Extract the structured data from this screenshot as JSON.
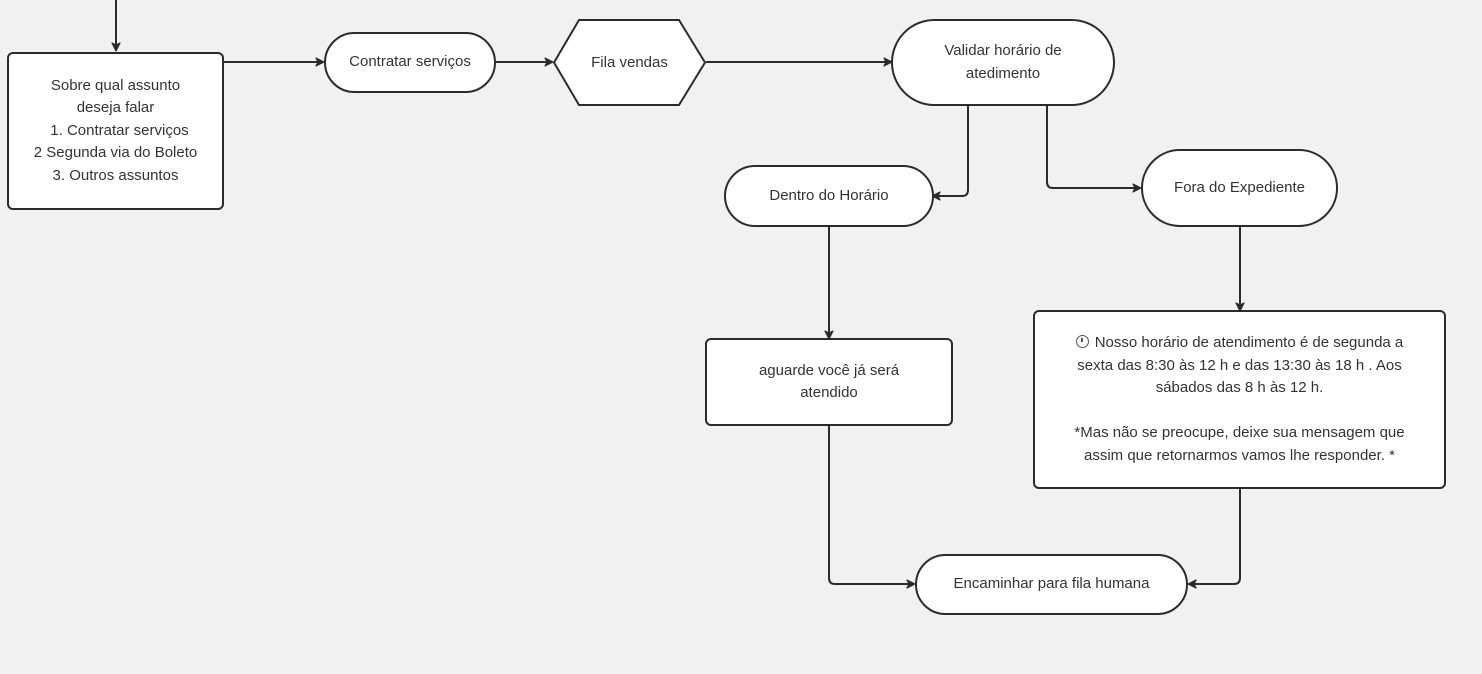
{
  "diagram": {
    "nodes": {
      "menu": {
        "lines": [
          "Sobre qual assunto",
          "deseja falar",
          "1. Contratar serviços",
          "2 Segunda via do Boleto",
          "3. Outros assuntos"
        ]
      },
      "contratar": {
        "label": "Contratar serviços"
      },
      "fila_vendas": {
        "label": "Fila vendas"
      },
      "validar": {
        "lines": [
          "Validar horário de",
          "atedimento"
        ]
      },
      "dentro": {
        "label": "Dentro do Horário"
      },
      "fora": {
        "label": "Fora do Expediente"
      },
      "aguarde": {
        "lines": [
          "aguarde você já será",
          "atendido"
        ]
      },
      "horario_msg": {
        "icon": "clock-icon",
        "lines": [
          "Nosso horário de atendimento é de segunda a",
          "sexta das 8:30 às 12 h e das 13:30 às 18 h . Aos",
          "sábados das 8 h às 12 h.",
          "",
          "*Mas não se preocupe, deixe sua mensagem que",
          "assim que retornarmos vamos lhe responder. *"
        ]
      },
      "encaminhar": {
        "label": "Encaminhar para fila humana"
      }
    },
    "edges": [
      {
        "from": "top",
        "to": "menu"
      },
      {
        "from": "menu",
        "to": "contratar"
      },
      {
        "from": "contratar",
        "to": "fila_vendas"
      },
      {
        "from": "fila_vendas",
        "to": "validar"
      },
      {
        "from": "validar",
        "to": "dentro"
      },
      {
        "from": "validar",
        "to": "fora"
      },
      {
        "from": "dentro",
        "to": "aguarde"
      },
      {
        "from": "fora",
        "to": "horario_msg"
      },
      {
        "from": "aguarde",
        "to": "encaminhar"
      },
      {
        "from": "horario_msg",
        "to": "encaminhar"
      }
    ]
  },
  "colors": {
    "background": "#f1f1f1",
    "stroke": "#2b2b2b",
    "node_fill": "#ffffff",
    "text": "#333333"
  }
}
